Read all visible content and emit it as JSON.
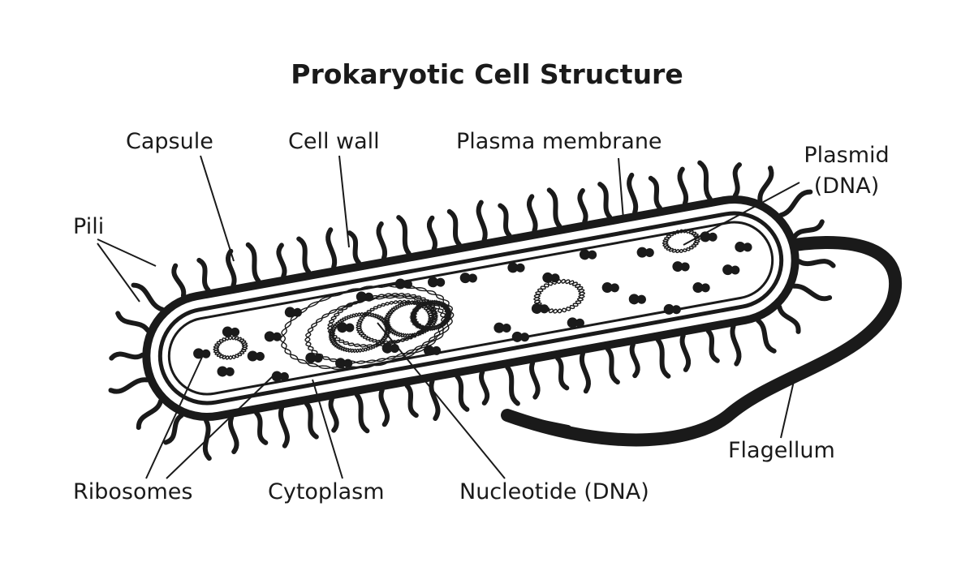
{
  "diagram": {
    "title": "Prokaryotic Cell Structure",
    "labels": {
      "capsule": "Capsule",
      "cell_wall": "Cell wall",
      "plasma_membrane": "Plasma membrane",
      "plasmid_line1": "Plasmid",
      "plasmid_line2": "(DNA)",
      "pili": "Pili",
      "flagellum": "Flagellum",
      "ribosomes": "Ribosomes",
      "cytoplasm": "Cytoplasm",
      "nucleotide": "Nucleotide (DNA)"
    },
    "colors": {
      "ink": "#1a1a1a",
      "background": "#ffffff"
    }
  }
}
